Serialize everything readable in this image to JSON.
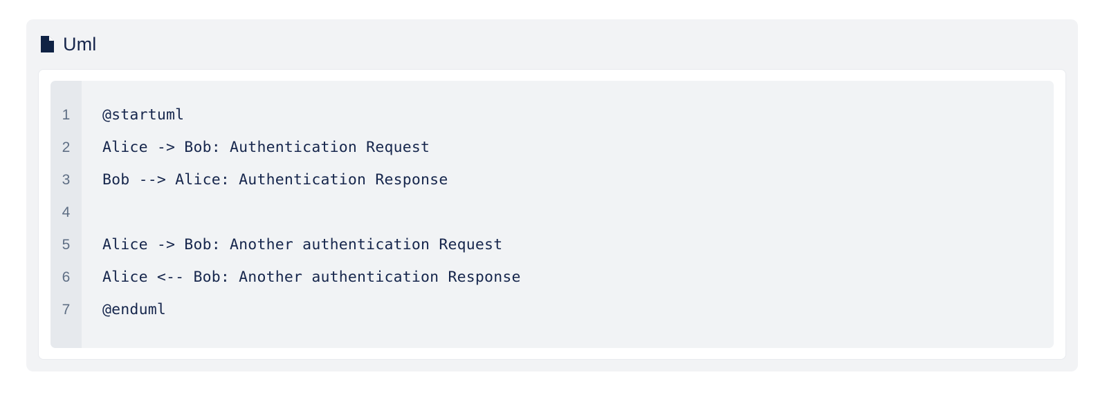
{
  "card": {
    "title": "Uml",
    "icon": "document-icon",
    "colors": {
      "card_background": "#f2f3f5",
      "panel_background": "#ffffff",
      "code_background": "#f1f3f5",
      "gutter_background": "#e6e9ed",
      "title_color": "#16254b",
      "code_text_color": "#16264c",
      "line_number_color": "#5e6e84"
    }
  },
  "code": {
    "language": "plantuml",
    "lines": [
      {
        "number": "1",
        "text": "@startuml"
      },
      {
        "number": "2",
        "text": "Alice -> Bob: Authentication Request"
      },
      {
        "number": "3",
        "text": "Bob --> Alice: Authentication Response"
      },
      {
        "number": "4",
        "text": ""
      },
      {
        "number": "5",
        "text": "Alice -> Bob: Another authentication Request"
      },
      {
        "number": "6",
        "text": "Alice <-- Bob: Another authentication Response"
      },
      {
        "number": "7",
        "text": "@enduml"
      }
    ]
  }
}
